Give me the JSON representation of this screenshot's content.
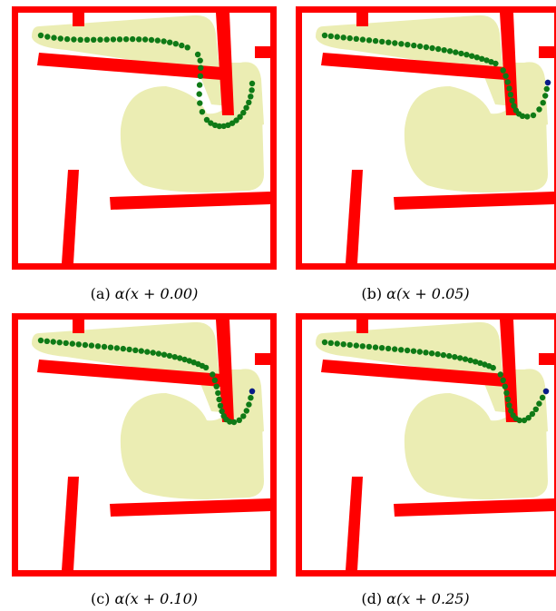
{
  "figure": {
    "panels": [
      {
        "id": "a",
        "label": "(a)",
        "expression": "α(x + 0.00)",
        "show_goal_marker": false
      },
      {
        "id": "b",
        "label": "(b)",
        "expression": "α(x + 0.05)",
        "show_goal_marker": true
      },
      {
        "id": "c",
        "label": "(c)",
        "expression": "α(x + 0.10)",
        "show_goal_marker": true
      },
      {
        "id": "d",
        "label": "(d)",
        "expression": "α(x + 0.25)",
        "show_goal_marker": true
      }
    ]
  },
  "colors": {
    "wall": "#ff0000",
    "region": "#ebedb3",
    "path": "#0f7a16",
    "goal": "#0a1a8a",
    "background": "#ffffff"
  }
}
